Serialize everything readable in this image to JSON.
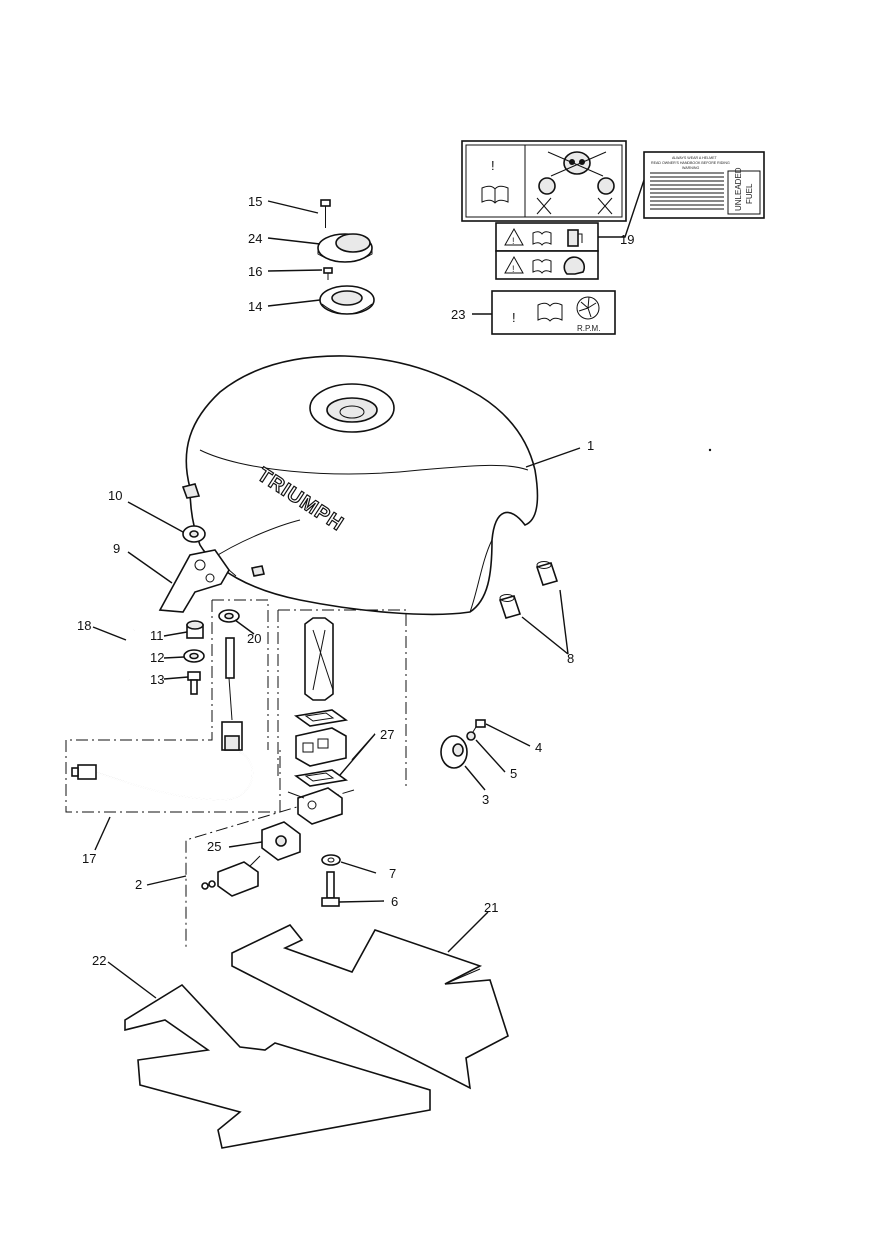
{
  "callouts": {
    "c1": "1",
    "c2": "2",
    "c3": "3",
    "c4": "4",
    "c5": "5",
    "c6": "6",
    "c7": "7",
    "c8": "8",
    "c9": "9",
    "c10": "10",
    "c11": "11",
    "c12": "12",
    "c13": "13",
    "c14": "14",
    "c15": "15",
    "c16": "16",
    "c17": "17",
    "c18": "18",
    "c19": "19",
    "c20": "20",
    "c21": "21",
    "c22": "22",
    "c23": "23",
    "c24": "24",
    "c25": "25",
    "c27": "27"
  },
  "tank_brand": "TRIUMPH",
  "labels": {
    "rpm": "R.P.M.",
    "exclamation": "!",
    "fuel_label_line1": "UNLEADED",
    "fuel_label_line2": "FUEL",
    "helmet_warning_title": "ALWAYS WEAR A HELMET",
    "helmet_warning_sub": "READ OWNER'S HANDBOOK BEFORE RIDING",
    "warning_heading": "WARNING"
  },
  "colors": {
    "line": "#111111",
    "background": "#ffffff",
    "pad_fill": "#e9e9e9"
  },
  "icons": [
    "warning-triangle-icon",
    "book-icon",
    "fuel-pump-icon",
    "helmet-icon",
    "skull-icon",
    "tachometer-icon"
  ]
}
